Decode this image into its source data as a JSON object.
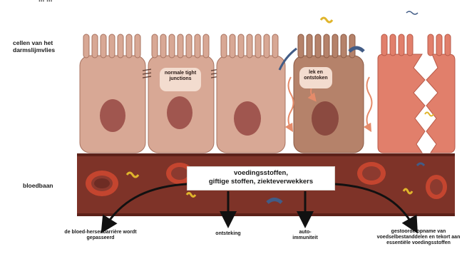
{
  "labels": {
    "header_fragment": "... ...",
    "cells_row": "cellen van het darmslijmvlies",
    "blood": "bloedbaan"
  },
  "cells": {
    "healthy_box": "normale tight junctions",
    "leaky_box": "lek en ontstoken"
  },
  "center_box": {
    "line1": "voedingsstoffen,",
    "line2": "giftige stoffen, ziekteverwekkers"
  },
  "outcomes": [
    {
      "text": "de bloed-hersenbarrière wordt gepasseerd"
    },
    {
      "text": "ontsteking"
    },
    {
      "text": "auto-immuniteit"
    },
    {
      "text": "gestoorde opname van voedselbestanddelen en tekort aan essentiële voedingsstoffen"
    }
  ],
  "colors": {
    "cell_light": "#d8a895",
    "cell_dark": "#b5826a",
    "cell_leaky": "#e17f6b",
    "nucleus": "#a0564f",
    "blood": "#7e3328",
    "rbc_ring": "#c4452f",
    "arrow_orange": "#e58b6a",
    "microbe_yellow": "#e0b52c",
    "microbe_blue": "#425c86"
  }
}
